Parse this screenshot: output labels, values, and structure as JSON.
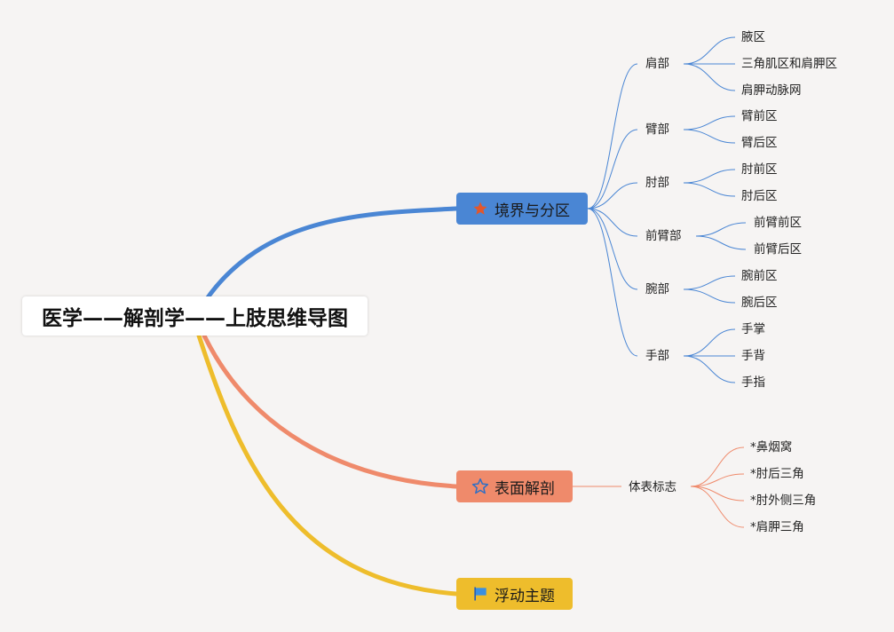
{
  "root": {
    "title": "医学——解剖学——上肢思维导图"
  },
  "branches": {
    "b1": {
      "label": "境界与分区",
      "icon": "star-filled-icon",
      "color": "#4a86d4",
      "children": {
        "shoulder": {
          "label": "肩部",
          "leaves": [
            "腋区",
            "三角肌区和肩胛区",
            "肩胛动脉网"
          ]
        },
        "arm": {
          "label": "臂部",
          "leaves": [
            "臂前区",
            "臂后区"
          ]
        },
        "elbow": {
          "label": "肘部",
          "leaves": [
            "肘前区",
            "肘后区"
          ]
        },
        "forearm": {
          "label": "前臂部",
          "leaves": [
            "前臂前区",
            "前臂后区"
          ]
        },
        "wrist": {
          "label": "腕部",
          "leaves": [
            "腕前区",
            "腕后区"
          ]
        },
        "hand": {
          "label": "手部",
          "leaves": [
            "手掌",
            "手背",
            "手指"
          ]
        }
      }
    },
    "b2": {
      "label": "表面解剖",
      "icon": "star-outline-icon",
      "color": "#ef8a6b",
      "children": {
        "landmarks": {
          "label": "体表标志",
          "leaves": [
            "*鼻烟窝",
            "*肘后三角",
            "*肘外侧三角",
            "*肩胛三角"
          ]
        }
      }
    },
    "b3": {
      "label": "浮动主题",
      "icon": "flag-icon",
      "color": "#eebd2c"
    }
  }
}
